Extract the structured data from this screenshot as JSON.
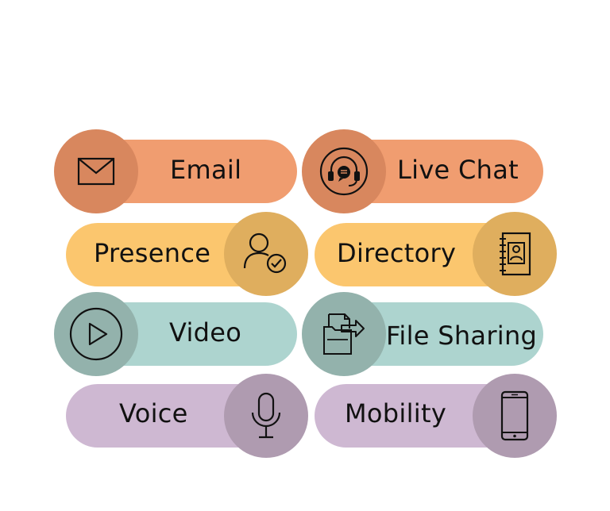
{
  "colors": {
    "email_pill": "#F09D70",
    "email_circle": "#D8875E",
    "presence_pill": "#FBC66E",
    "presence_circle": "#DFAE5E",
    "video_pill": "#ADD4CF",
    "video_circle": "#93B2AC",
    "voice_pill": "#CEB8D2",
    "voice_circle": "#AF9BB0"
  },
  "items": [
    {
      "label": "Email",
      "icon": "envelope-icon"
    },
    {
      "label": "Live Chat",
      "icon": "headset-chat-icon"
    },
    {
      "label": "Presence",
      "icon": "user-check-icon"
    },
    {
      "label": "Directory",
      "icon": "address-book-icon"
    },
    {
      "label": "Video",
      "icon": "play-icon"
    },
    {
      "label": "File Sharing",
      "icon": "file-share-icon"
    },
    {
      "label": "Voice",
      "icon": "microphone-icon"
    },
    {
      "label": "Mobility",
      "icon": "smartphone-icon"
    }
  ]
}
